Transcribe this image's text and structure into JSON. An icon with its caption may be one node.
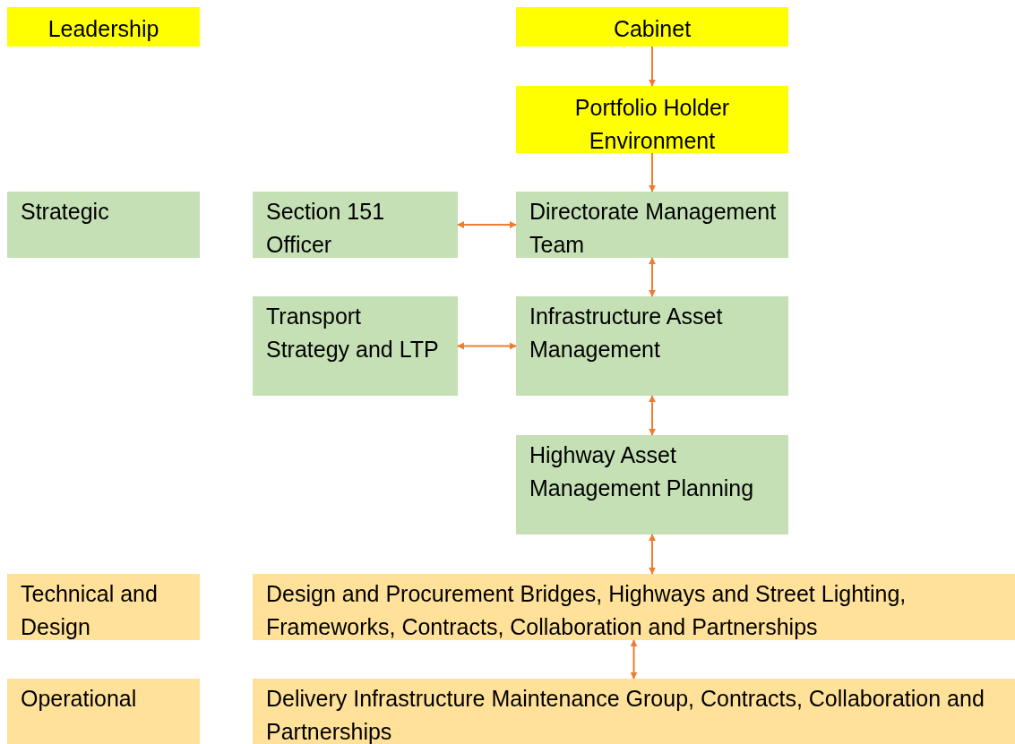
{
  "diagram": {
    "nodes": [
      {
        "text": [
          "Leadership"
        ]
      },
      {
        "text": [
          "Cabinet"
        ]
      },
      {
        "text": [
          "Portfolio Holder Environment"
        ]
      },
      {
        "text": [
          "Strategic"
        ]
      },
      {
        "text": [
          "Section 151 Officer"
        ]
      },
      {
        "text": [
          "Directorate Management Team"
        ]
      },
      {
        "text": [
          "Transport Strategy and LTP"
        ]
      },
      {
        "text": [
          "Infrastructure Asset Management"
        ]
      },
      {
        "text": [
          "Highway Asset Management Planning"
        ]
      },
      {
        "text": [
          "Technical and Design"
        ]
      },
      {
        "text": [
          "Design and Procurement Bridges, Highways and Street Lighting, Frameworks, Contracts, Collaboration and Partnerships"
        ]
      },
      {
        "text": [
          "Operational"
        ]
      },
      {
        "text": [
          "Delivery Infrastructure Maintenance Group, Contracts, Collaboration and Partnerships"
        ]
      }
    ],
    "edges": [
      {
        "from": 1,
        "to": 2,
        "arrow": "to"
      },
      {
        "from": 2,
        "to": 5,
        "arrow": "to"
      },
      {
        "from": 4,
        "to": 5,
        "arrow": "both"
      },
      {
        "from": 5,
        "to": 7,
        "arrow": "both"
      },
      {
        "from": 6,
        "to": 7,
        "arrow": "both"
      },
      {
        "from": 7,
        "to": 8,
        "arrow": "both"
      },
      {
        "from": 8,
        "to": 10,
        "arrow": "both"
      },
      {
        "from": 10,
        "to": 12,
        "arrow": "both"
      }
    ]
  }
}
